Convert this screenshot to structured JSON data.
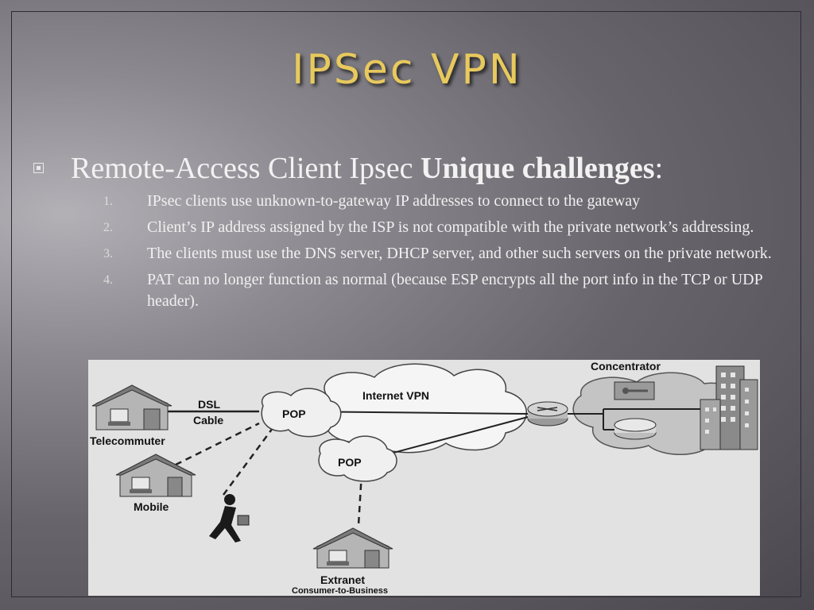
{
  "slide": {
    "title": "IPSec VPN",
    "bullet": {
      "text_before": "Remote-Access Client Ipsec ",
      "bold": "Unique challenges",
      "text_after": ":"
    },
    "items": [
      {
        "num": "1.",
        "text": "IPsec clients use unknown-to-gateway IP addresses to connect to the gateway"
      },
      {
        "num": "2.",
        "text": "Client’s IP address assigned by the ISP is not compatible with the private network’s addressing."
      },
      {
        "num": "3.",
        "text": "The clients must use the DNS server, DHCP server, and other such servers on the private network."
      },
      {
        "num": "4.",
        "text": "PAT can no longer function as normal (because ESP encrypts all the port info in the TCP or UDP header)."
      }
    ]
  },
  "diagram": {
    "labels": {
      "concentrator": "Concentrator",
      "internet_vpn": "Internet VPN",
      "dsl": "DSL",
      "cable": "Cable",
      "pop_top": "POP",
      "pop_bottom": "POP",
      "telecommuter": "Telecommuter",
      "mobile": "Mobile",
      "extranet": "Extranet",
      "extranet_sub": "Consumer-to-Business"
    }
  }
}
